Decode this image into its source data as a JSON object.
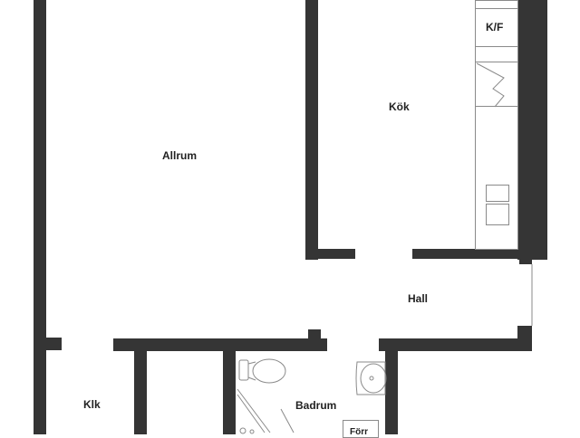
{
  "rooms": {
    "allrum": "Allrum",
    "kok": "Kök",
    "hall": "Hall",
    "klk": "Klk",
    "badrum": "Badrum"
  },
  "appliances": {
    "kyl_frys": "K/F",
    "partial_label": "Förr"
  },
  "colors": {
    "wall": "#353535",
    "fixture_line": "#8a8a8a"
  }
}
